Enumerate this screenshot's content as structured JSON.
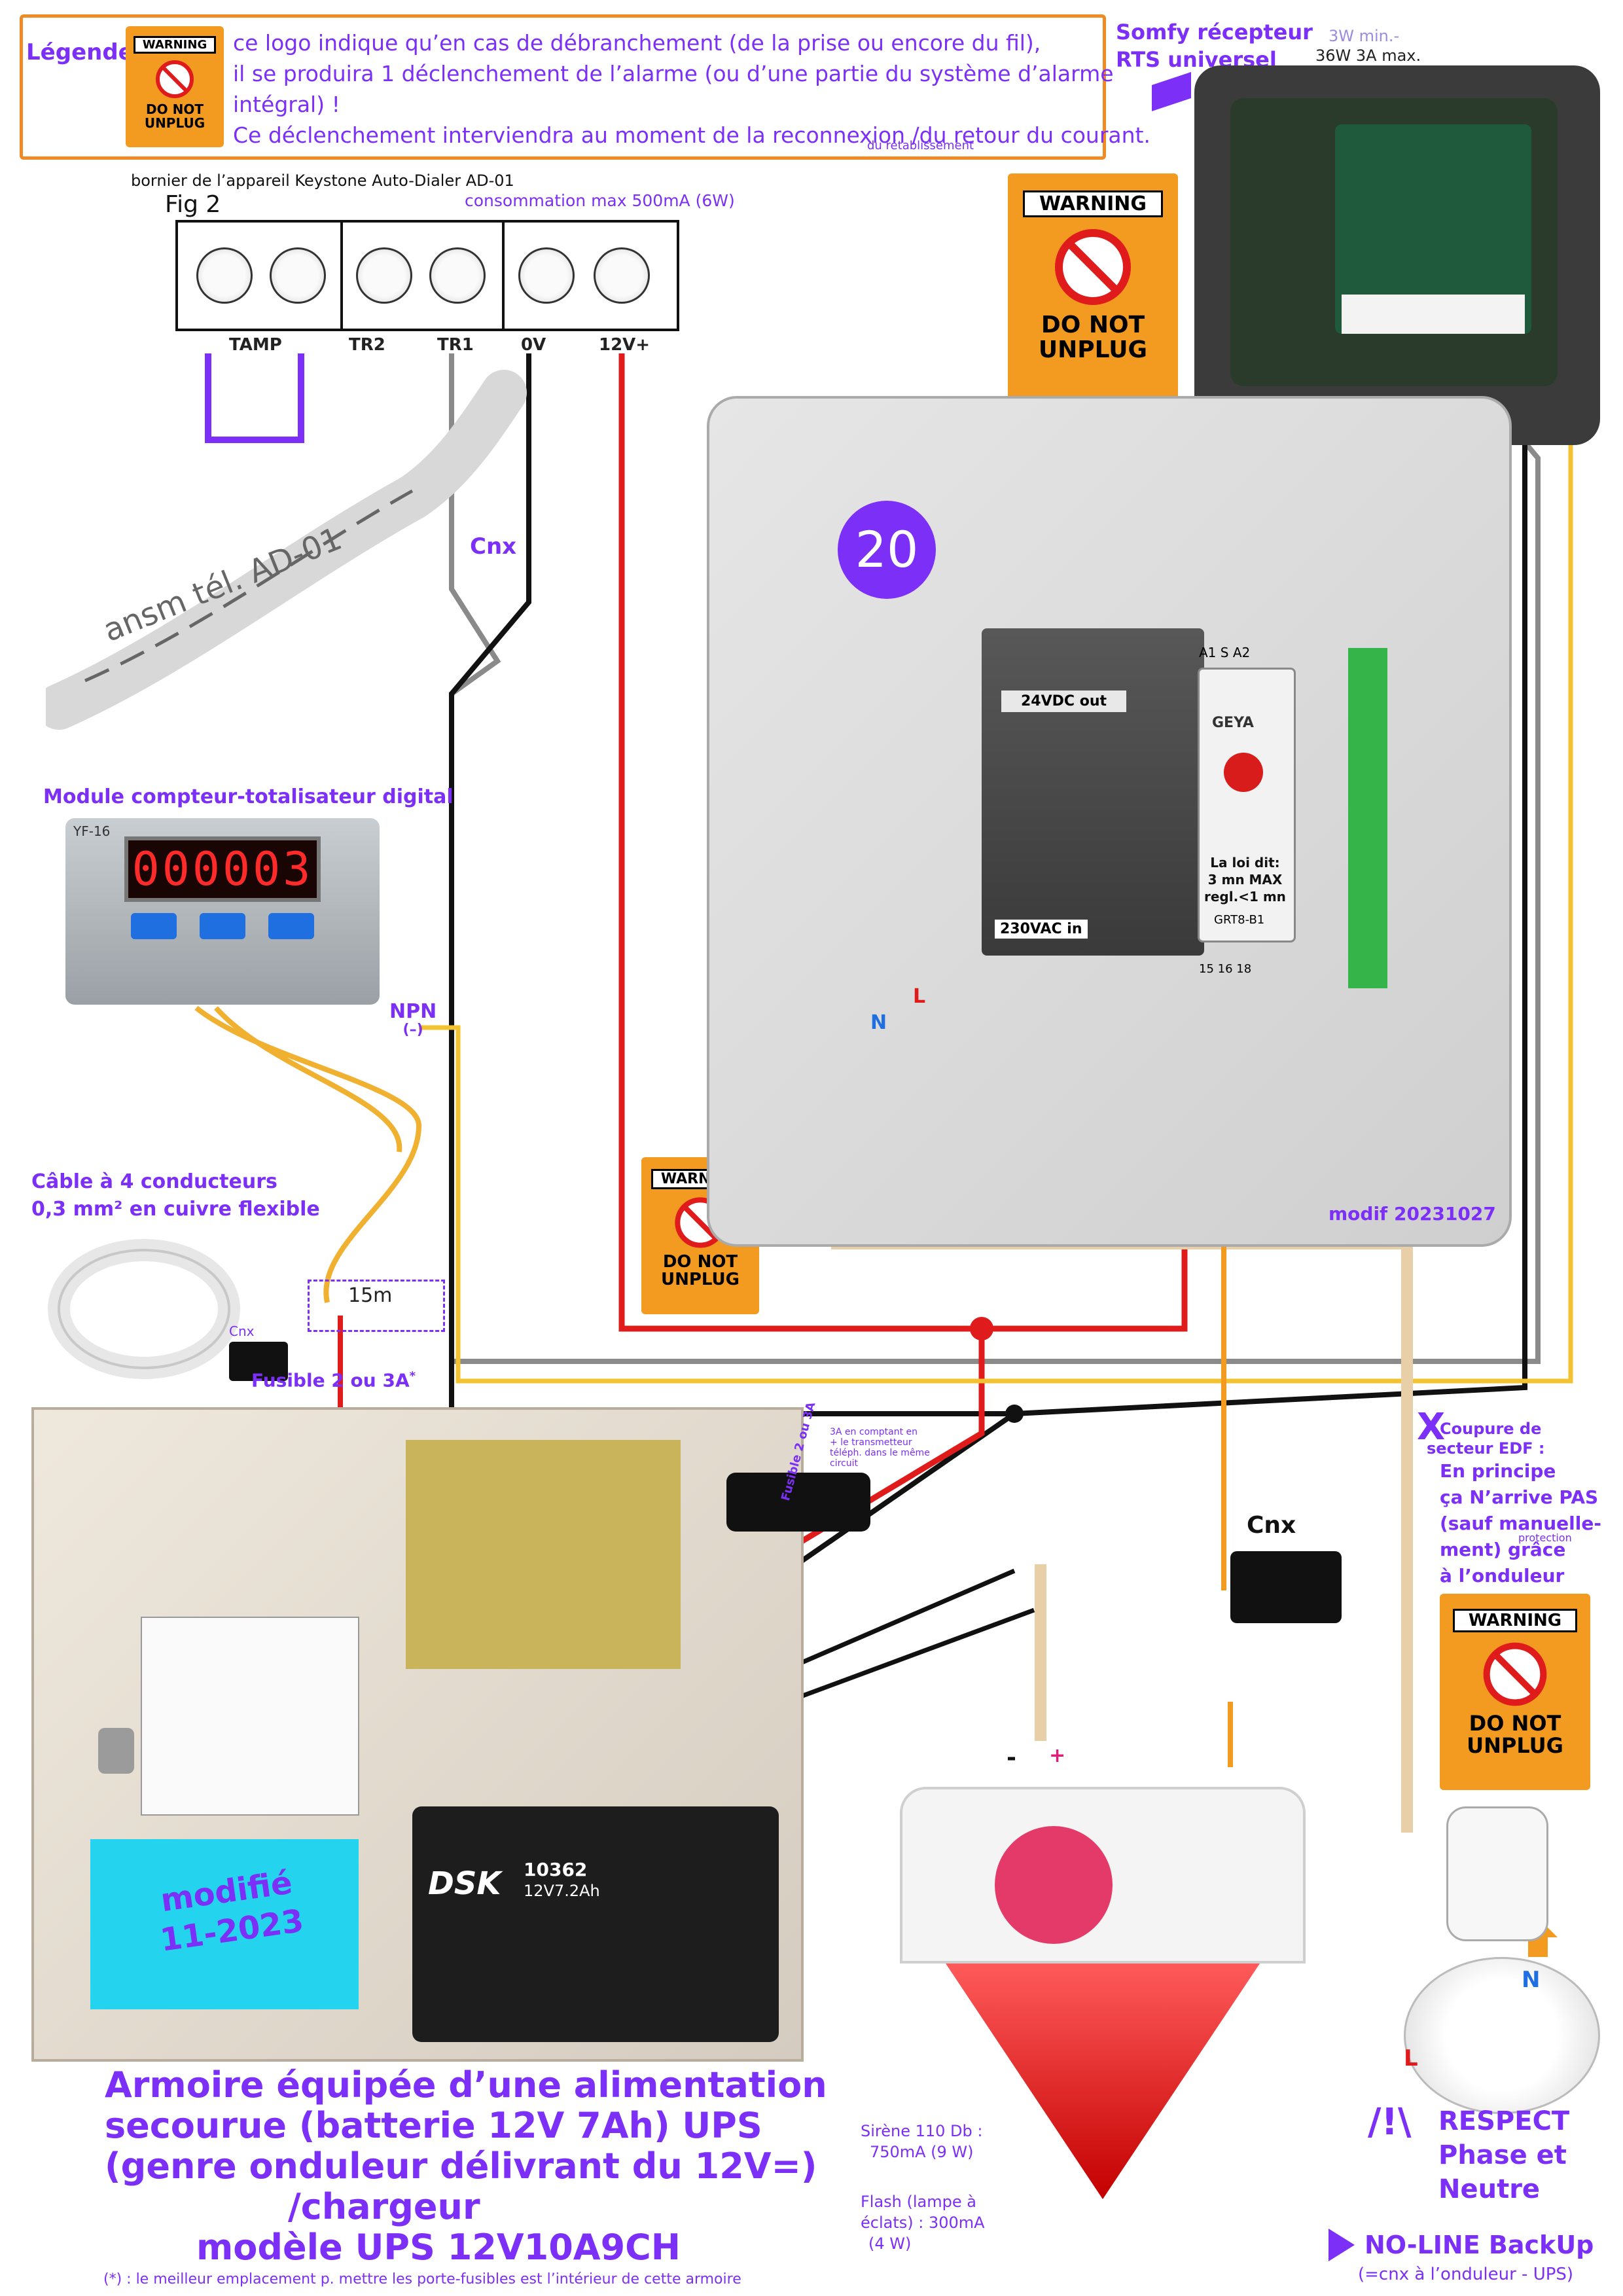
{
  "legend": {
    "title": "Légende :",
    "lines": [
      "ce logo indique qu’en cas de débranchement (de la prise ou encore du fil),",
      "il se produira 1 déclenchement de l’alarme (ou d’une partie du système d’alarme",
      "intégral) !",
      "Ce déclenchement interviendra au moment de la reconnexion /du retour du courant."
    ],
    "small_note": "du rétablissement"
  },
  "warning_sign": {
    "header": "WARNING",
    "line1": "DO NOT",
    "line2": "UNPLUG"
  },
  "somfy": {
    "title_line1": "Somfy récepteur",
    "title_line2": "RTS universel",
    "power_line1": "3W min.-",
    "power_line2": "36W 3A max."
  },
  "autodialer": {
    "title": "bornier de l’appareil Keystone Auto-Dialer AD-01",
    "fig": "Fig 2",
    "consumption": "consommation max 500mA (6W)",
    "terminals": [
      "TAMP",
      "TR2",
      "TR1",
      "0V",
      "12V+"
    ],
    "cable_text": "ansm tél. AD-01",
    "cnx": "Cnx"
  },
  "counter": {
    "title": "Module compteur-totalisateur digital",
    "model": "YF-16",
    "display": "000003",
    "npn_label": "NPN",
    "npn_sub": "(–)"
  },
  "cable": {
    "line1": "Câble à 4 conducteurs",
    "line2": "0,3 mm² en cuivre flexible",
    "length": "15m",
    "cnx": "Cnx",
    "fuse": "Fusible  2 ou 3A",
    "fuse_mark": "*"
  },
  "enclosure": {
    "number": "20",
    "psu_out": "24VDC out",
    "psu_in": "230VAC in",
    "timer_brand": "GEYA",
    "timer_model": "GRT8-B1",
    "law_line1": "La loi dit:",
    "law_line2": "3 mn MAX",
    "law_line3": "regl.<1 mn",
    "terminals_top": "A1  S  A2",
    "terminals_bottom": "15  16  18",
    "l_label": "L",
    "n_label": "N",
    "modif": "modif 20231027"
  },
  "cutoff": {
    "mark": "X",
    "lines": [
      "Coupure de",
      "secteur EDF :",
      "En principe",
      "ça N’arrive PAS",
      "(sauf manuelle-",
      "ment) grâce",
      "à l’onduleur"
    ],
    "protection": "protection"
  },
  "ups": {
    "fuse_note_rot": "Fusible  2 ou 3A",
    "fuse_note_detail": [
      "3A en comptant en",
      "+ le transmetteur",
      "téléph. dans le même",
      "circuit"
    ],
    "modified_line1": "modifié",
    "modified_line2": "11-2023",
    "battery_brand": "DSK",
    "battery_model": "10362",
    "battery_spec": "12V7.2Ah",
    "caption": [
      "Armoire équipée d’une alimentation",
      "secourue (batterie 12V 7Ah) UPS",
      "(genre onduleur délivrant du 12V=)",
      "/chargeur",
      "modèle UPS 12V10A9CH"
    ],
    "footnote": "(*) : le meilleur emplacement p. mettre les porte-fusibles est l’intérieur de cette armoire"
  },
  "siren": {
    "cnx": "Cnx",
    "minus": "-",
    "plus": "+",
    "spec_line1": "Sirène 110 Db :",
    "spec_line2": "750mA (9 W)",
    "flash_line1": "Flash (lampe à",
    "flash_line2": "éclats) : 300mA",
    "flash_line3": "(4 W)"
  },
  "plug": {
    "n_label": "N",
    "l_label": "L",
    "respect_mark": "/!\\",
    "respect_lines": [
      "RESPECT",
      "Phase et",
      "Neutre"
    ],
    "noline": "NO-LINE BackUp",
    "noline_sub": "(=cnx à l’onduleur - UPS)"
  },
  "colors": {
    "violet": "#7b2ff7",
    "orange": "#f39a21",
    "red_wire": "#e01b1b",
    "black_wire": "#111111",
    "grey_wire": "#8a8a8a",
    "yellow_wire": "#f2c230",
    "beige_wire": "#e9cfa7",
    "cyan": "#24d4ef"
  }
}
